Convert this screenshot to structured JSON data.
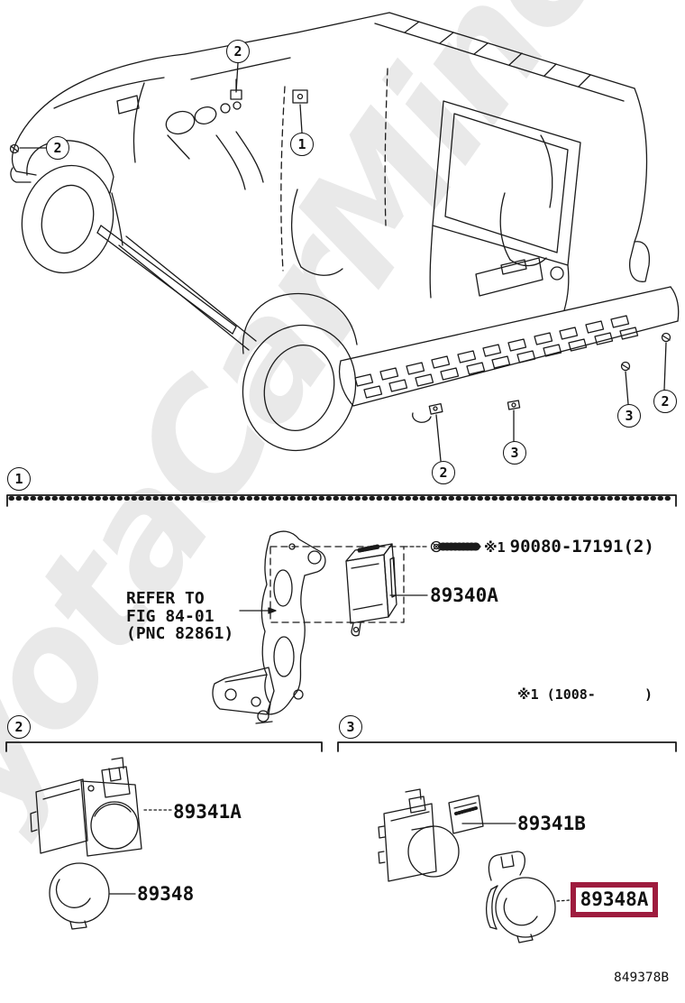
{
  "watermark": {
    "text": "ToyotaCarMine.ru",
    "color": "#e9e9e9"
  },
  "vehicle_callouts": [
    {
      "label": "2",
      "location": "roof-console"
    },
    {
      "label": "2",
      "location": "front-fender"
    },
    {
      "label": "1",
      "location": "b-pillar-ecu"
    },
    {
      "label": "2",
      "location": "rear-bumper-left-sensor"
    },
    {
      "label": "3",
      "location": "rear-bumper-center-sensor"
    },
    {
      "label": "3",
      "location": "rear-bumper-right-sensor"
    },
    {
      "label": "2",
      "location": "rear-bumper-corner-sensor"
    }
  ],
  "sections": {
    "one": {
      "num": "1",
      "screw_prefix": "※1",
      "screw_part": "90080-17191(2)",
      "ecu_label": "89340A",
      "refer_line1": "REFER TO",
      "refer_line2": "FIG 84-01",
      "refer_line3": "(PNC 82861)",
      "variant_note": "※1 (1008-      )"
    },
    "two": {
      "num": "2",
      "sensor_label": "89341A",
      "retainer_label": "89348"
    },
    "three": {
      "num": "3",
      "sensor_label": "89341B",
      "highlighted_label": "89348A"
    }
  },
  "footer": {
    "doc_number": "849378B"
  },
  "icons": [
    "screw-icon",
    "bolt-icon",
    "sensor-icon",
    "arrow-icon"
  ],
  "colors": {
    "line": "#1a1a1a",
    "highlight_box": "#9e1c3e",
    "watermark": "#e9e9e9"
  }
}
